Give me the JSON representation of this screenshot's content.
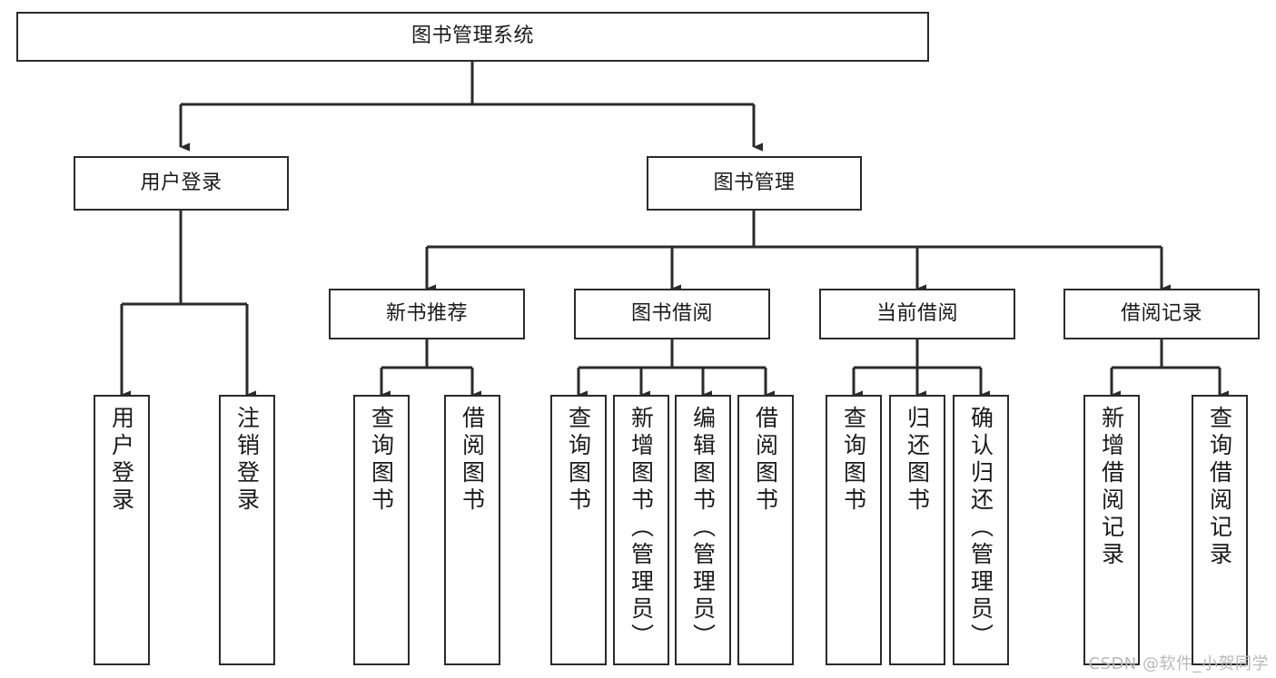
{
  "diagram": {
    "title": "图书管理系统",
    "type": "tree-hierarchy",
    "watermark": "CSDN @软件_小贺同学",
    "colors": {
      "border": "#2b2b2b",
      "fill": "#ffffff",
      "text": "#1a1a1a",
      "watermark": "#b9b9b9"
    }
  },
  "nodes": {
    "root": {
      "label": "图书管理系统"
    },
    "level1": [
      {
        "id": "user-login",
        "label": "用户登录"
      },
      {
        "id": "book-manage",
        "label": "图书管理"
      }
    ],
    "level2": [
      {
        "id": "new-book-recommend",
        "label": "新书推荐"
      },
      {
        "id": "book-borrow",
        "label": "图书借阅"
      },
      {
        "id": "current-borrow",
        "label": "当前借阅"
      },
      {
        "id": "borrow-record",
        "label": "借阅记录"
      }
    ],
    "leaves": {
      "user_login": [
        {
          "id": "leaf-user-login",
          "label": "用户登录"
        },
        {
          "id": "leaf-logout",
          "label": "注销登录"
        }
      ],
      "new_book_recommend": [
        {
          "id": "leaf-query-book-1",
          "label": "查询图书"
        },
        {
          "id": "leaf-borrow-book-1",
          "label": "借阅图书"
        }
      ],
      "book_borrow": [
        {
          "id": "leaf-query-book-2",
          "label": "查询图书"
        },
        {
          "id": "leaf-add-book",
          "label": "新增图书（管理员）"
        },
        {
          "id": "leaf-edit-book",
          "label": "编辑图书（管理员）"
        },
        {
          "id": "leaf-borrow-book-2",
          "label": "借阅图书"
        }
      ],
      "current_borrow": [
        {
          "id": "leaf-query-book-3",
          "label": "查询图书"
        },
        {
          "id": "leaf-return-book",
          "label": "归还图书"
        },
        {
          "id": "leaf-confirm-return",
          "label": "确认归还（管理员）"
        }
      ],
      "borrow_record": [
        {
          "id": "leaf-add-record",
          "label": "新增借阅记录"
        },
        {
          "id": "leaf-query-record",
          "label": "查询借阅记录"
        }
      ]
    }
  }
}
